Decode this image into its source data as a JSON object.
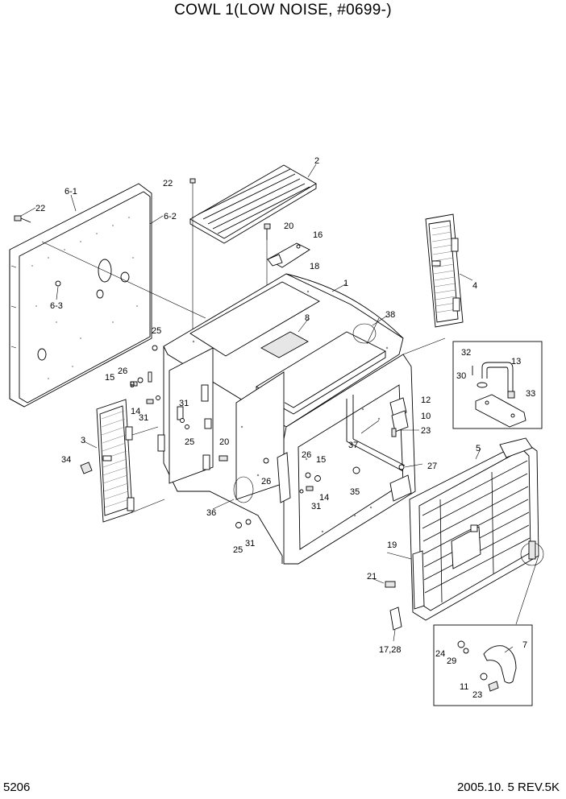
{
  "title": "COWL 1(LOW NOISE, #0699-)",
  "page_number": "5206",
  "revision": "2005.10. 5  REV.5K",
  "callouts": {
    "c1": "1",
    "c2": "2",
    "c3": "3",
    "c4": "4",
    "c5": "5",
    "c6_1": "6-1",
    "c6_2": "6-2",
    "c6_3": "6-3",
    "c7": "7",
    "c8": "8",
    "c9": "9",
    "c10": "10",
    "c11": "11",
    "c12": "12",
    "c13": "13",
    "c14a": "14",
    "c14b": "14",
    "c15a": "15",
    "c15b": "15",
    "c16": "16",
    "c17_28": "17,28",
    "c18": "18",
    "c19": "19",
    "c20a": "20",
    "c20b": "20",
    "c21": "21",
    "c22a": "22",
    "c22b": "22",
    "c23a": "23",
    "c23b": "23",
    "c24": "24",
    "c25a": "25",
    "c25b": "25",
    "c25c": "25",
    "c26a": "26",
    "c26b": "26",
    "c26c": "26",
    "c27": "27",
    "c29": "29",
    "c30": "30",
    "c31a": "31",
    "c31b": "31",
    "c31c": "31",
    "c31d": "31",
    "c32": "32",
    "c33": "33",
    "c34": "34",
    "c35": "35",
    "c36": "36",
    "c37": "37",
    "c38": "38"
  }
}
